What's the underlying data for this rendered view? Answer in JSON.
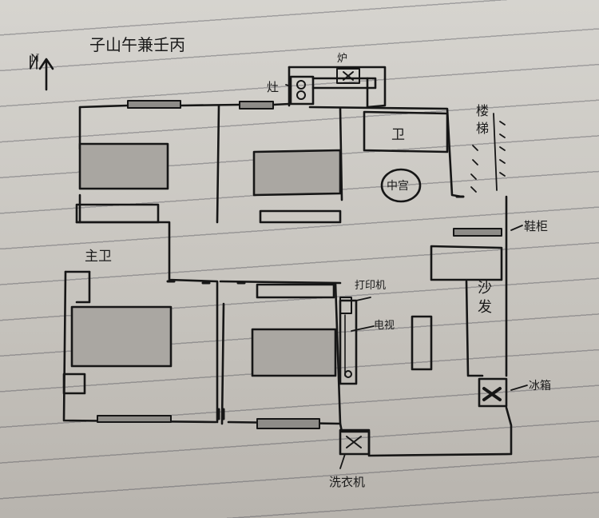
{
  "title": "子山午兼壬丙",
  "north_symbol": "N",
  "labels": {
    "stove": "炉",
    "range": "灶",
    "bathroom": "卫",
    "center": "中宫",
    "stairs": "楼梯",
    "shoe_cabinet": "鞋柜",
    "master_bath": "主卫",
    "printer": "打印机",
    "tv": "电视",
    "sofa": "沙发",
    "fridge": "冰箱",
    "washer": "洗衣机"
  }
}
